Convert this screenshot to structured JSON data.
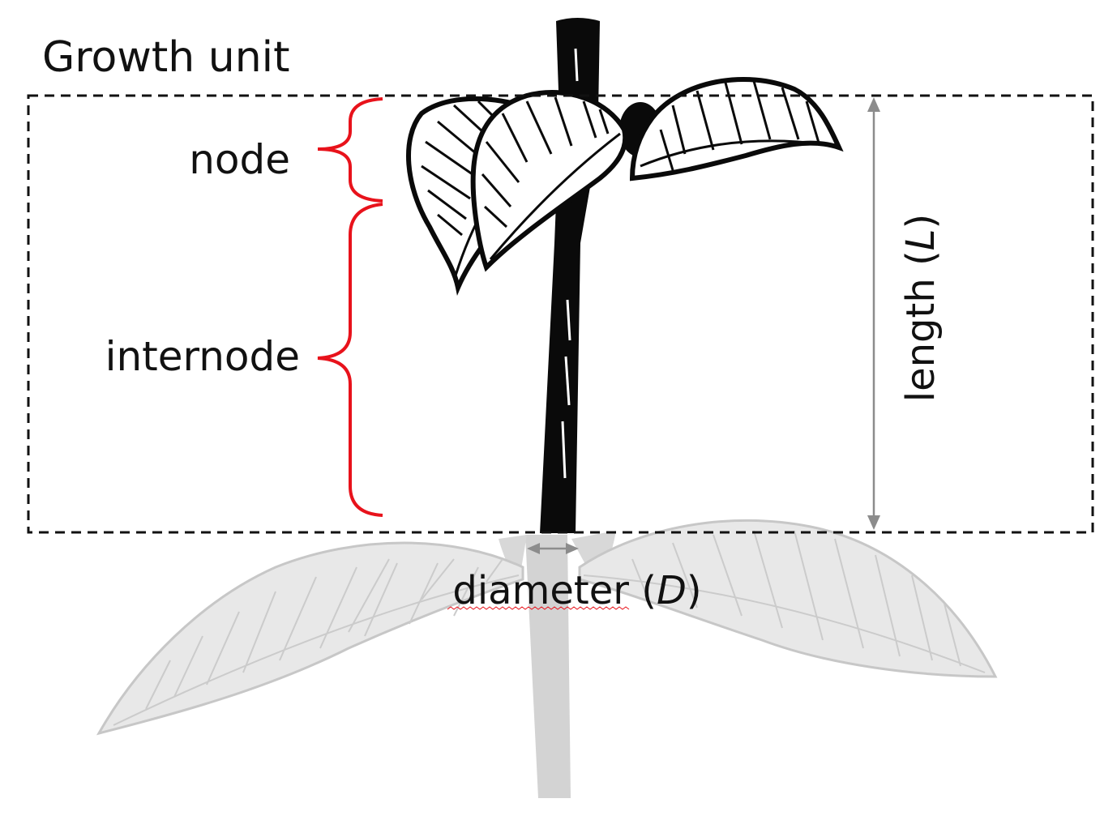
{
  "title": "Growth unit",
  "labels": {
    "node": "node",
    "internode": "internode",
    "length": "length (",
    "length_symbol": "L",
    "length_close": ")",
    "diameter": "diameter (",
    "diameter_symbol": "D",
    "diameter_close": ")"
  },
  "colors": {
    "brace": "#e8121b",
    "dash_box": "#111111",
    "arrow": "#8c8c8c",
    "plant": "#0a0a0a",
    "ghost_plant": "#c8c8c8"
  }
}
